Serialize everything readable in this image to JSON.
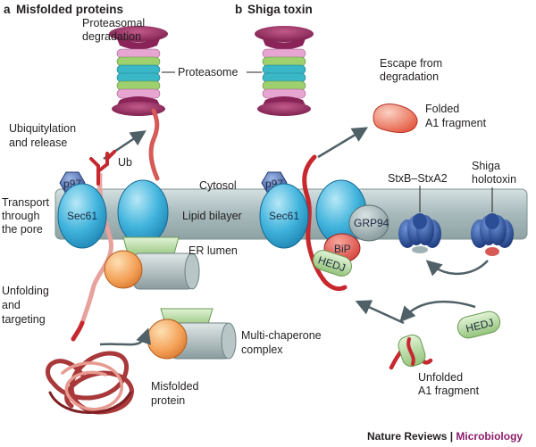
{
  "panels": {
    "a": {
      "letter": "a",
      "title": "Misfolded proteins"
    },
    "b": {
      "letter": "b",
      "title": "Shiga toxin"
    }
  },
  "labels": {
    "proteasomal_degradation": [
      "Proteasomal",
      "degradation"
    ],
    "proteasome": "Proteasome",
    "ubiquitylation": [
      "Ubiquitylation",
      "and release"
    ],
    "ub": "Ub",
    "transport": [
      "Transport",
      "through",
      "the pore"
    ],
    "p97": "p97",
    "sec61": "Sec61",
    "cytosol": "Cytosol",
    "lipid_bilayer": "Lipid bilayer",
    "er_lumen": "ER lumen",
    "unfolding": [
      "Unfolding",
      "and",
      "targeting"
    ],
    "multi_chaperone": [
      "Multi-chaperone",
      "complex"
    ],
    "misfolded_protein": [
      "Misfolded",
      "protein"
    ],
    "escape": [
      "Escape from",
      "degradation"
    ],
    "folded_a1": [
      "Folded",
      "A1 fragment"
    ],
    "stxb_stxa2": "StxB–StxA2",
    "shiga_holotoxin": [
      "Shiga",
      "holotoxin"
    ],
    "grp94": "GRP94",
    "bip": "BiP",
    "hedj": "HEDJ",
    "hedj_free": "HEDJ",
    "unfolded_a1": [
      "Unfolded",
      "A1 fragment"
    ]
  },
  "credit": {
    "journal": "Nature Reviews",
    "separator": " | ",
    "section": "Microbiology"
  },
  "colors": {
    "membrane": "#9fb2b4",
    "sec61": "#3ab4dc",
    "p97": "#4a6dae",
    "proteasome_cap": "#8a2458",
    "chaperone_green": "#b7dca4",
    "chaperone_orange": "#f4a057",
    "protein_red": "#c6282e",
    "toxin_blue": "#1b3f8a",
    "arrow": "#4f6066"
  }
}
